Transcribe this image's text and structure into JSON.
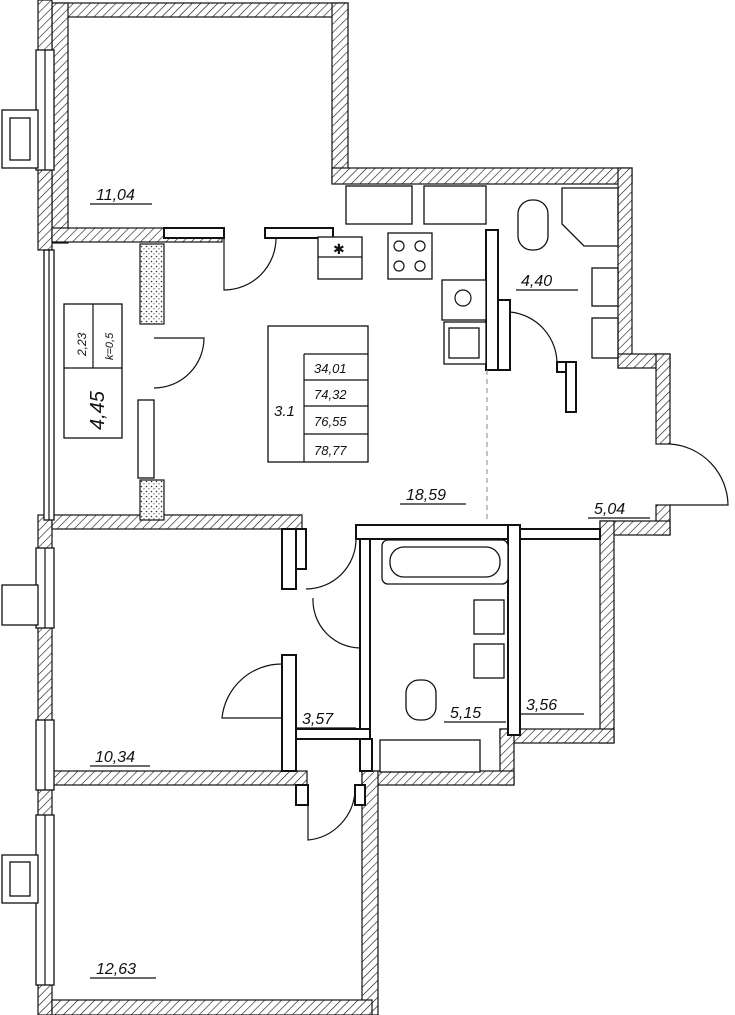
{
  "rooms": {
    "bedroom_top": "11,04",
    "bathroom_top": "4,40",
    "loggia_main": "4,45",
    "loggia_sub_area": "2,23",
    "loggia_coef": "k=0,5",
    "living_kitchen": "18,59",
    "hall": "5,04",
    "bedroom_middle": "10,34",
    "corridor": "3,57",
    "bathroom_bottom": "5,15",
    "storage": "3,56",
    "bedroom_bottom": "12,63"
  },
  "summary": {
    "apartment_code": "3.1",
    "values": [
      "34,01",
      "74,32",
      "76,55",
      "78,77"
    ]
  }
}
